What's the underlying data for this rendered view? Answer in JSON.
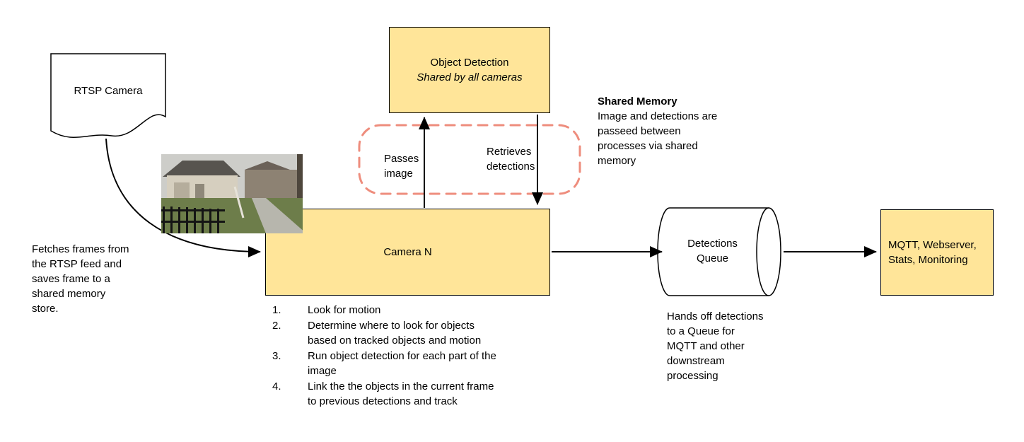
{
  "colors": {
    "node_fill": "#ffe599",
    "node_border": "#000000",
    "shared_memory_dash": "#ee8d7d",
    "arrow": "#000000"
  },
  "nodes": {
    "rtsp_camera": {
      "label": "RTSP Camera"
    },
    "object_detection": {
      "title": "Object Detection",
      "subtitle": "Shared by all cameras"
    },
    "camera_n": {
      "label": "Camera N"
    },
    "detections_queue": {
      "label": "Detections\nQueue"
    },
    "outputs": {
      "label": "MQTT, Webserver,\nStats, Monitoring"
    }
  },
  "annotations": {
    "fetch_note": "Fetches frames from\nthe RTSP feed and\nsaves frame to a\nshared memory\nstore.",
    "passes_image": "Passes\nimage",
    "retrieves_detections": "Retrieves\ndetections",
    "shared_memory_title": "Shared Memory",
    "shared_memory_body": "Image and detections are\npasseed between\nprocesses via shared\nmemory",
    "queue_note": "Hands off detections\nto a Queue for\nMQTT and other\ndownstream\nprocessing",
    "camera_steps": [
      {
        "num": "1.",
        "text": "Look for motion"
      },
      {
        "num": "2.",
        "text": "Determine where to look for objects\nbased on tracked objects and motion"
      },
      {
        "num": "3.",
        "text": "Run object detection for each part of the\nimage"
      },
      {
        "num": "4.",
        "text": "Link the the objects in the current frame\nto previous detections and track"
      }
    ]
  }
}
